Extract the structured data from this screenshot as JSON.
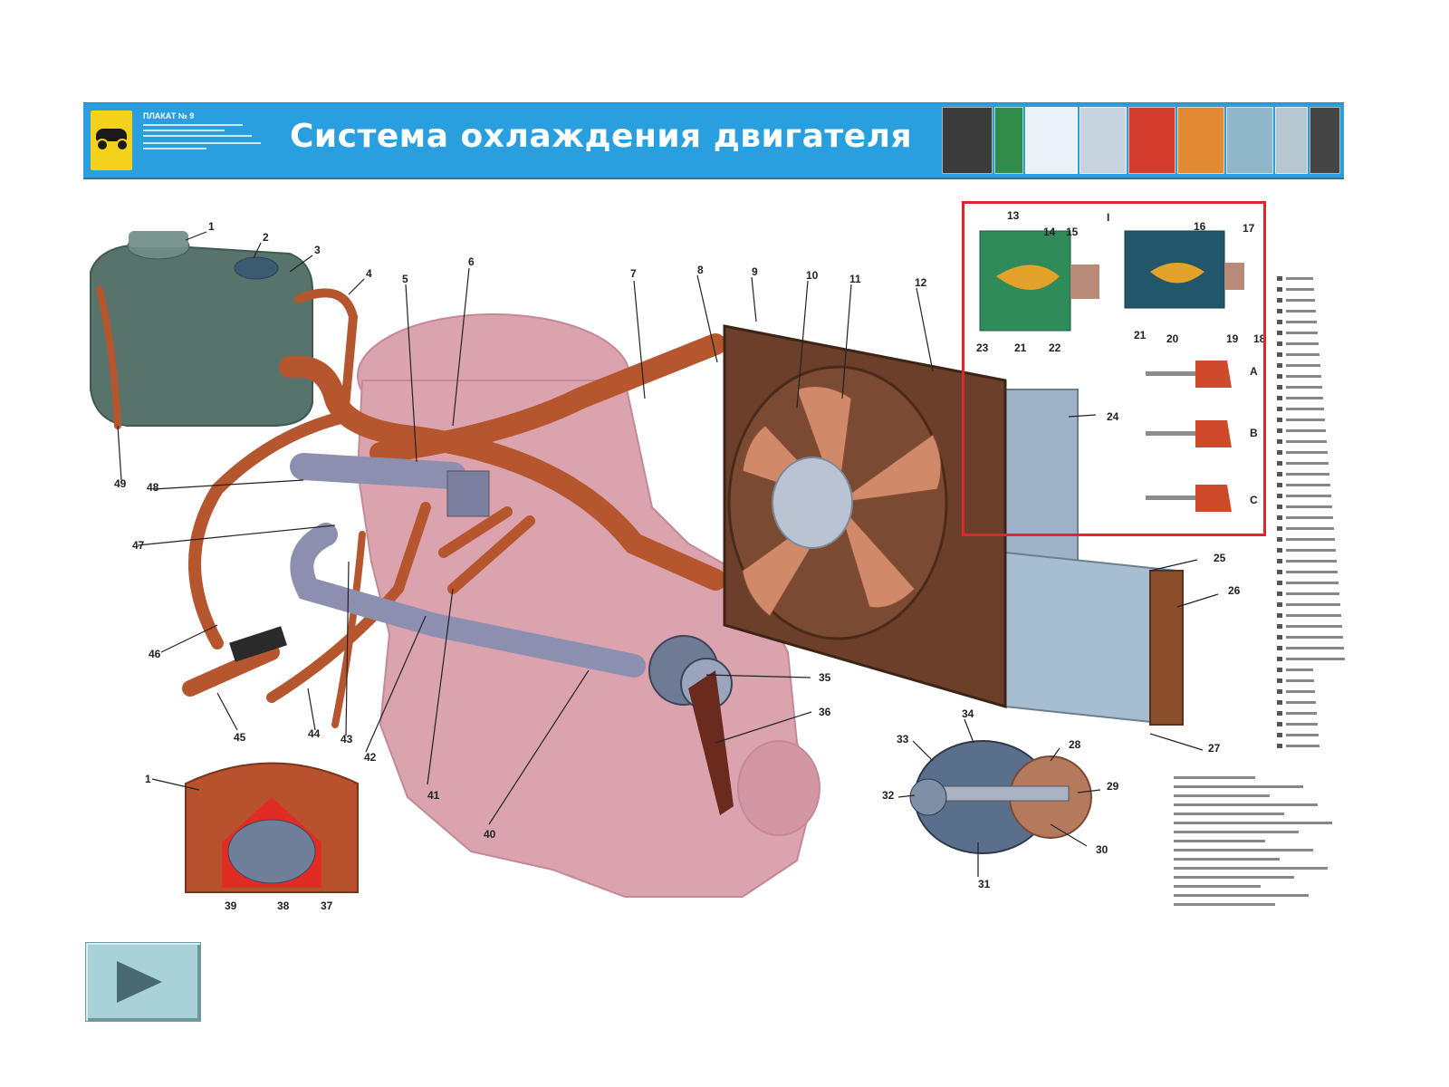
{
  "banner": {
    "title": "Система охлаждения двигателя",
    "poster_number": "ПЛАКАТ № 9",
    "colors": {
      "banner": "#2a9fe0",
      "logo": "#f4d21b"
    }
  },
  "diagram": {
    "callouts": [
      "1",
      "2",
      "3",
      "4",
      "5",
      "6",
      "7",
      "8",
      "9",
      "10",
      "11",
      "12",
      "13",
      "14",
      "15",
      "16",
      "17",
      "18",
      "19",
      "20",
      "21",
      "21",
      "22",
      "23",
      "24",
      "25",
      "26",
      "27",
      "28",
      "29",
      "30",
      "31",
      "32",
      "33",
      "34",
      "35",
      "36",
      "37",
      "38",
      "39",
      "40",
      "41",
      "42",
      "43",
      "44",
      "45",
      "46",
      "47",
      "48",
      "49",
      "1"
    ],
    "inset": {
      "roman_label": "I",
      "states": [
        "A",
        "B",
        "C"
      ]
    },
    "colors": {
      "engine": "#dba3ae",
      "hose": "#b5562e",
      "pipe": "#8c8fb0",
      "tank": "#56736c",
      "radiator": "#9fb3c6",
      "inset_border": "#e0262d"
    }
  },
  "controls": {
    "next_button_icon": "play-icon"
  }
}
